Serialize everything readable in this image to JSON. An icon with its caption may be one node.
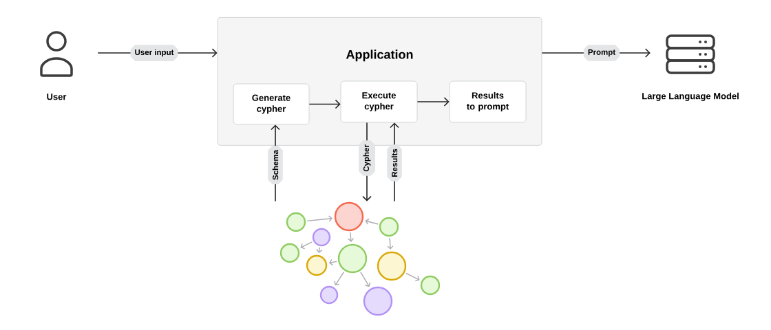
{
  "diagram": {
    "nodes": [
      {
        "text": [
          "User"
        ]
      },
      {
        "text": [
          "Application"
        ]
      },
      {
        "text": [
          "Generate cypher"
        ],
        "in": 1
      },
      {
        "text": [
          "Execute cypher"
        ],
        "in": 1
      },
      {
        "text": [
          "Results to prompt"
        ],
        "in": 1
      },
      {
        "text": [
          "Large Language Model"
        ]
      },
      {
        "text": [],
        "shape": "picture"
      }
    ],
    "edges": [
      {
        "from": 0,
        "to": 1,
        "arrow": "to",
        "label": "User input"
      },
      {
        "from": 1,
        "to": 5,
        "arrow": "to",
        "label": "Prompt"
      },
      {
        "from": 2,
        "to": 3,
        "arrow": "to"
      },
      {
        "from": 3,
        "to": 4,
        "arrow": "to"
      },
      {
        "from": 6,
        "to": 2,
        "arrow": "to",
        "label": "Schema"
      },
      {
        "from": 3,
        "to": 6,
        "arrow": "to",
        "label": "Cypher"
      },
      {
        "from": 6,
        "to": 3,
        "arrow": "to",
        "label": "Results"
      }
    ]
  }
}
